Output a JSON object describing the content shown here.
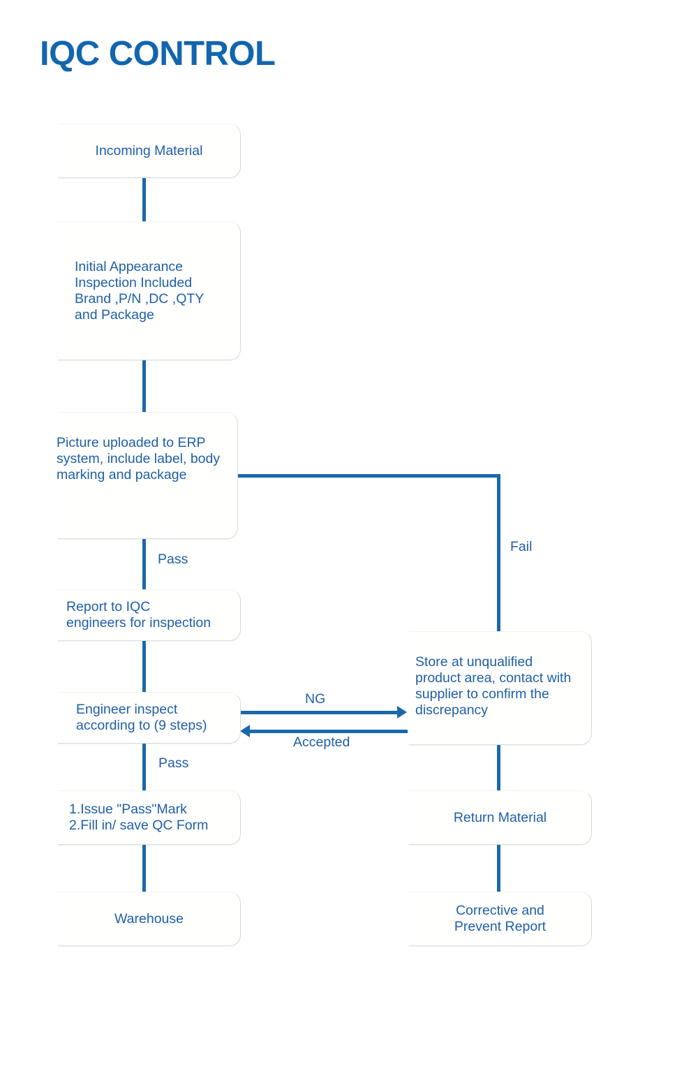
{
  "diagram": {
    "title": "IQC CONTROL",
    "type": "flowchart",
    "accent_color": "#1a68ad",
    "text_color": "#1f5fa9",
    "title_color": "#1265ae",
    "background": "#ffffff"
  },
  "nodes": [
    {
      "id": "incoming-material",
      "text": "Incoming Material"
    },
    {
      "id": "initial-appearance-inspection",
      "text": "Initial Appearance\nInspection Included\nBrand ,P/N ,DC ,QTY\nand Package"
    },
    {
      "id": "picture-uploaded-erp",
      "text": "Picture uploaded to ERP\nsystem, include label, body\nmarking and package"
    },
    {
      "id": "report-to-iqc",
      "text": "Report to IQC\nengineers for inspection"
    },
    {
      "id": "engineer-inspect",
      "text": "Engineer inspect\naccording to (9 steps)"
    },
    {
      "id": "issue-pass-mark",
      "text": "1.Issue \"Pass\"Mark\n2.Fill in/ save QC Form"
    },
    {
      "id": "warehouse",
      "text": "Warehouse"
    },
    {
      "id": "store-unqualified",
      "text": "Store at unqualified\nproduct area, contact with\nsupplier to confirm the\ndiscrepancy"
    },
    {
      "id": "return-material",
      "text": "Return Material"
    },
    {
      "id": "corrective-prevent-report",
      "text": "Corrective and\nPrevent Report"
    }
  ],
  "edge_labels": {
    "fail": "Fail",
    "pass_upper": "Pass",
    "ng": "NG",
    "accepted": "Accepted",
    "pass_lower": "Pass"
  }
}
